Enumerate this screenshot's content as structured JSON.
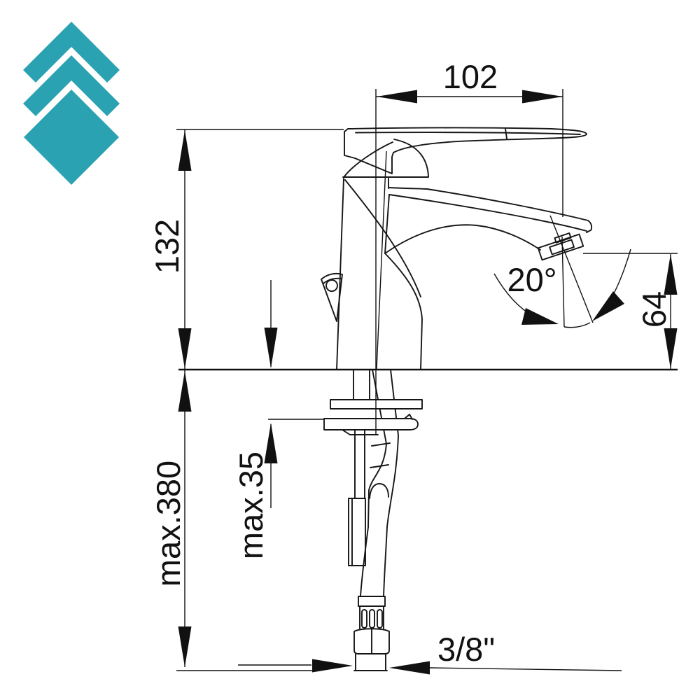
{
  "logo": {
    "color": "#2aa2b2"
  },
  "drawing": {
    "line_color": "#111111",
    "background_color": "#ffffff",
    "dims": {
      "spout_reach": "102",
      "height_to_spout": "132",
      "spray_angle": "20°",
      "outlet_height": "64",
      "max_hose_depth": "max.380",
      "max_deck_thickness": "max.35",
      "thread_size": "3/8\""
    }
  }
}
